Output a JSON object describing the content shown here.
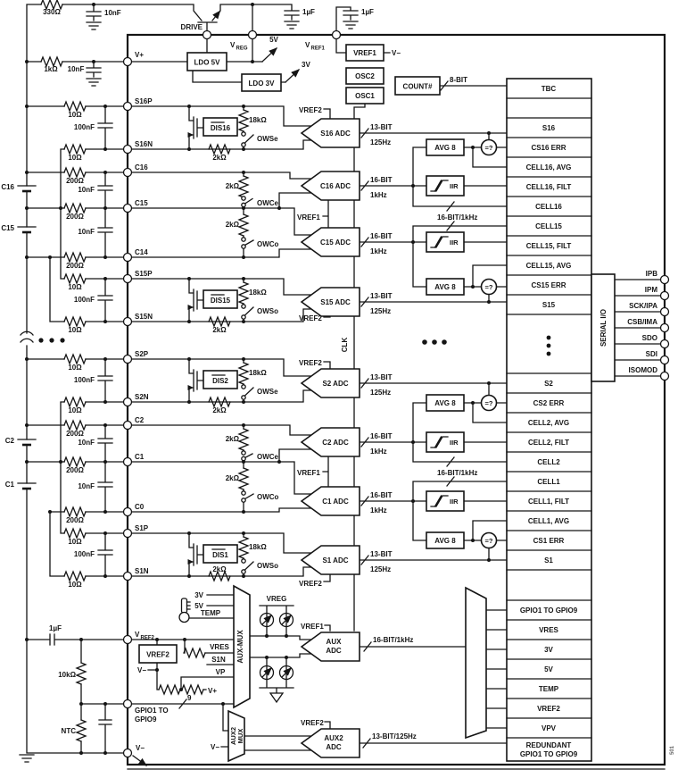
{
  "values": {
    "r330": "330Ω",
    "r1k": "1kΩ",
    "c10n": "10nF",
    "c1u": "1µF",
    "c100n": "100nF",
    "r10": "10Ω",
    "r200": "200Ω",
    "r2k": "2kΩ",
    "r18k": "18kΩ",
    "r10k": "10kΩ",
    "ntc": "NTC"
  },
  "top": {
    "drive": "DRIVE",
    "vplus": "V+",
    "v": "V",
    "reg": "REG",
    "ref1": "REF1",
    "ref2": "REF2",
    "tap5": "5V",
    "tap3": "3V",
    "ldo5": "LDO 5V",
    "ldo3": "LDO 3V",
    "vref1": "VREF1",
    "vminus": "V−",
    "osc2": "OSC2",
    "osc1": "OSC1",
    "count": "COUNT#",
    "bits8": "8-BIT",
    "clk": "CLK"
  },
  "pins": {
    "s16p": "S16P",
    "s16n": "S16N",
    "c16": "C16",
    "c15": "C15",
    "c14": "C14",
    "s15p": "S15P",
    "s15n": "S15N",
    "s2p": "S2P",
    "s2n": "S2N",
    "c2": "C2",
    "c1": "C1",
    "c0": "C0",
    "s1p": "S1P",
    "s1n": "S1N",
    "gpioa": "GPIO1 TO",
    "gpiob": "GPIO9",
    "vminus": "V−"
  },
  "batt": {
    "c16": "C16",
    "c15": "C15",
    "c2": "C2",
    "c1": "C1"
  },
  "dis": {
    "d16": "DIS16",
    "d15": "DIS15",
    "d2": "DIS2",
    "d1": "DIS1"
  },
  "ow": {
    "se": "OWSe",
    "so": "OWSo",
    "ce": "OWCe",
    "co": "OWCo"
  },
  "adc": {
    "s16": "S16 ADC",
    "c16": "C16 ADC",
    "c15": "C15 ADC",
    "s15": "S15 ADC",
    "s2": "S2 ADC",
    "c2": "C2 ADC",
    "c1": "C1 ADC",
    "s1": "S1 ADC",
    "aux1a": "AUX",
    "aux1b": "ADC",
    "aux2a": "AUX2",
    "aux2b": "ADC",
    "b13": "13-BIT",
    "hz125": "125Hz",
    "b16": "16-BIT",
    "khz1": "1kHz",
    "comb16": "16-BIT/1kHz",
    "comb13": "13-BIT/125Hz",
    "avg": "AVG 8",
    "iir": "IIR",
    "cmp": "=?",
    "vref1": "VREF1",
    "vref2": "VREF2"
  },
  "reg": {
    "rows": [
      "TBC",
      "S16",
      "CS16 ERR",
      "CELL16, AVG",
      "CELL16, FILT",
      "CELL16",
      "CELL15",
      "CELL15, FILT",
      "CELL15, AVG",
      "CS15 ERR",
      "S15",
      "S2",
      "CS2 ERR",
      "CELL2, AVG",
      "CELL2, FILT",
      "CELL2",
      "CELL1",
      "CELL1, FILT",
      "CELL1, AVG",
      "CS1 ERR",
      "S1",
      "GPIO1 TO GPIO9",
      "VRES",
      "3V",
      "5V",
      "TEMP",
      "VREF2",
      "VPV"
    ],
    "reda": "REDUNDANT",
    "redb": "GPIO1 TO GPIO9"
  },
  "serial": {
    "title": "SERIAL I/O",
    "ipb": "IPB",
    "ipm": "IPM",
    "sck": "SCK/IPA",
    "csb": "CSB/IMA",
    "sdo": "SDO",
    "sdi": "SDI",
    "iso": "ISOMOD"
  },
  "aux": {
    "mux": "AUX-MUX",
    "mux2a": "AUX2",
    "mux2b": "MUX",
    "vreg": "VREG",
    "in3v": "3V",
    "in5v": "5V",
    "temp": "TEMP",
    "vres": "VRES",
    "s1n": "S1N",
    "vp": "VP",
    "vplus": "V+",
    "nine": "9",
    "vma": "V−",
    "vmb": "V−",
    "vref2": "VREF2"
  },
  "wm": "501"
}
